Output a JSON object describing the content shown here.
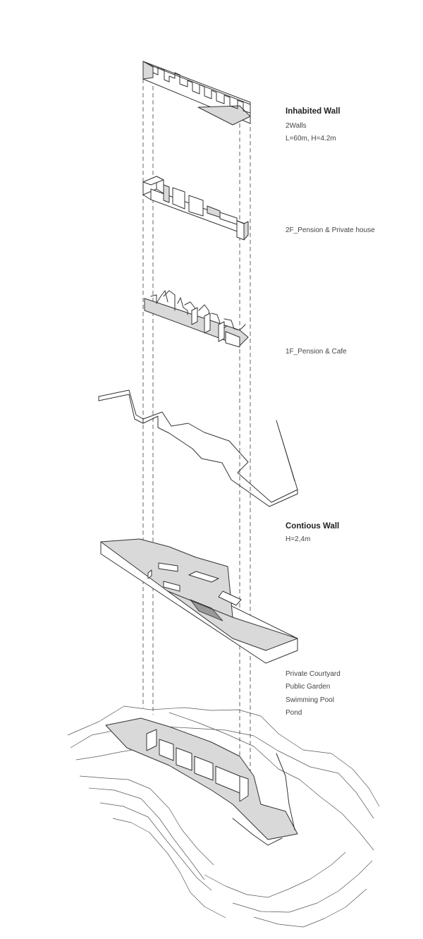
{
  "layers": {
    "inhabited_wall": {
      "title": "Inhabited Wall",
      "line1": "2Walls",
      "line2": "L=60m, H=4.2m"
    },
    "second_floor": {
      "label": "2F_Pension & Private house"
    },
    "first_floor": {
      "label": "1F_Pension & Cafe"
    },
    "contious_wall": {
      "title": "Contious Wall",
      "line1": "H=2,4m"
    },
    "landscape": {
      "items": [
        "Private Courtyard",
        "Public Garden",
        "Swimming Pool",
        "Pond"
      ]
    }
  },
  "colors": {
    "stroke": "#333333",
    "fill_gray": "#d9d9d9",
    "fill_dark": "#999999",
    "background": "#ffffff"
  }
}
